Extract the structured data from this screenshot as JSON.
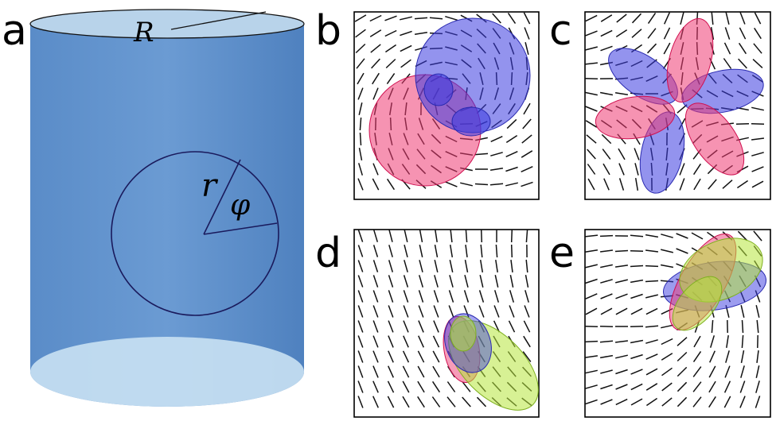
{
  "panels": {
    "a": {
      "letter": "a",
      "label_R": "R",
      "label_r": "r",
      "label_phi": "φ"
    },
    "b": {
      "letter": "b"
    },
    "c": {
      "letter": "c"
    },
    "d": {
      "letter": "d"
    },
    "e": {
      "letter": "e"
    }
  },
  "colors": {
    "cylinder": "#5b8fcb",
    "cylinder_top": "#b8d3ea",
    "cylinder_bottom": "#c7dff2",
    "lobe_red": "#ee3a73",
    "lobe_blue": "#3a3ae0",
    "lobe_green": "#b6e53c",
    "line": "#111111"
  }
}
